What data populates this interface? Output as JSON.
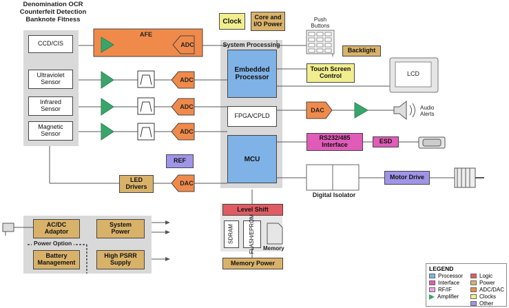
{
  "title": [
    "Denomination OCR",
    "Counterfeit Detection",
    "Banknote Fitness"
  ],
  "sensors": {
    "ccd": "CCD/CIS",
    "uv": [
      "Ultraviolet",
      "Sensor"
    ],
    "ir": [
      "Infrared",
      "Sensor"
    ],
    "mag": [
      "Magnetic",
      "Sensor"
    ]
  },
  "afe": {
    "label": "AFE",
    "adc": "ADC"
  },
  "adc_label": "ADC",
  "dac_label": "DAC",
  "clock": "Clock",
  "core_power": [
    "Core and",
    "I/O Power"
  ],
  "push_buttons": [
    "Push",
    "Buttons"
  ],
  "backlight": "Backlight",
  "system_processing": "System Processing",
  "embedded_processor": [
    "Embedded",
    "Processor"
  ],
  "touch_screen": [
    "Touch Screen",
    "Control"
  ],
  "lcd": "LCD",
  "fpga": "FPGA/CPLD",
  "audio_alerts": [
    "Audio",
    "Alerts"
  ],
  "mcu": "MCU",
  "rs232": [
    "RS232/485",
    "Interface"
  ],
  "esd": "ESD",
  "ref": "REF",
  "led_drivers": [
    "LED",
    "Drivers"
  ],
  "digital_isolator": "Digital Isolator",
  "motor_drive": "Motor Drive",
  "level_shift": "Level Shift",
  "sdram": "SDRAM",
  "flash": [
    "FLASH/",
    "EPROM"
  ],
  "memory": "Memory",
  "memory_power": "Memory Power",
  "acdc": [
    "AC/DC",
    "Adaptor"
  ],
  "system_power": [
    "System",
    "Power"
  ],
  "power_option": "Power Option",
  "battery_mgmt": [
    "Battery",
    "Management"
  ],
  "high_psrr": [
    "High PSRR",
    "Supply"
  ],
  "legend": {
    "title": "LEGEND",
    "items": [
      {
        "label": "Processor",
        "color": "#7fb2e6"
      },
      {
        "label": "Interface",
        "color": "#e05cb8"
      },
      {
        "label": "RF/IF",
        "color": "#e9a8e8"
      },
      {
        "label": "Amplifier",
        "color": "#3aa56b"
      },
      {
        "label": "Logic",
        "color": "#e05c62"
      },
      {
        "label": "Power",
        "color": "#d9b26a"
      },
      {
        "label": "ADC/DAC",
        "color": "#f08a4b"
      },
      {
        "label": "Clocks",
        "color": "#f1ee8f"
      },
      {
        "label": "Other",
        "color": "#9f95e8"
      }
    ]
  }
}
